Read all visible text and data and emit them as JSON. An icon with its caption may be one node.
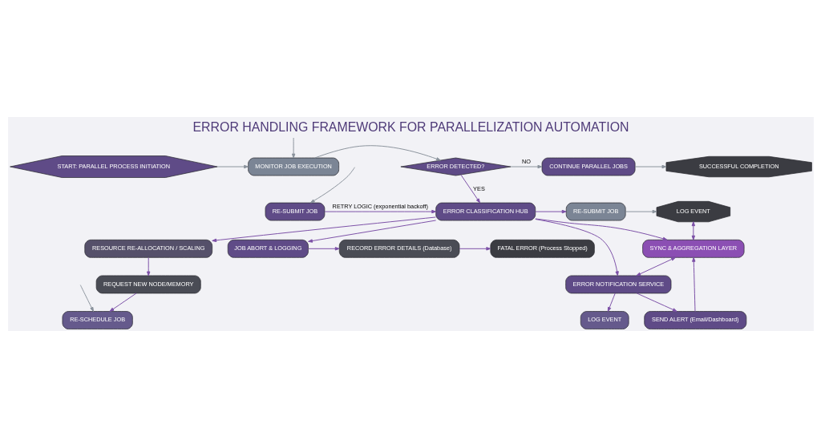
{
  "diagram": {
    "title": "ERROR HANDLING FRAMEWORK FOR PARALLELIZATION AUTOMATION",
    "nodes": [
      {
        "text": [
          "START: PARALLEL PROCESS INITIATION"
        ]
      },
      {
        "text": [
          "MONITOR JOB EXECUTION"
        ]
      },
      {
        "text": [
          "ERROR DETECTED?"
        ]
      },
      {
        "text": [
          "CONTINUE PARALLEL JOBS"
        ]
      },
      {
        "text": [
          "SUCCESSFUL COMPLETION"
        ]
      },
      {
        "text": [
          "RE-SUBMIT JOB"
        ]
      },
      {
        "text": [
          "ERROR CLASSIFICATION HUB"
        ]
      },
      {
        "text": [
          "RE-SUBMIT JOB"
        ]
      },
      {
        "text": [
          "LOG EVENT"
        ]
      },
      {
        "text": [
          "RESOURCE RE-ALLOCATION / SCALING"
        ]
      },
      {
        "text": [
          "SYNC & AGGREGATION LAYER"
        ]
      },
      {
        "text": [
          "SEND ALERT (Email/Dashboard)"
        ]
      },
      {
        "text": [
          "ERROR NOTIFICATION SERVICE"
        ]
      },
      {
        "text": [
          "REQUEST NEW NODE/MEMORY"
        ]
      },
      {
        "text": [
          "LOG EVENT"
        ]
      },
      {
        "text": [
          "RE-SCHEDULE JOB"
        ]
      },
      {
        "text": [
          "JOB ABORT & LOGGING"
        ]
      },
      {
        "text": [
          "RECORD ERROR DETAILS (Database)"
        ]
      },
      {
        "text": [
          "FATAL ERROR (Process Stopped)"
        ]
      }
    ],
    "edges": [
      {
        "from": 0,
        "to": 1,
        "arrow": "to",
        "color": "#8a929c"
      },
      {
        "from": 1,
        "to": 2,
        "arrow": "to",
        "color": "#8a929c"
      },
      {
        "from": 2,
        "to": 3,
        "arrow": "to",
        "label": "NO",
        "color": "#8a929c"
      },
      {
        "from": 3,
        "to": 4,
        "arrow": "to",
        "color": "#8a929c"
      },
      {
        "from": 2,
        "to": 6,
        "arrow": "to",
        "label": "YES"
      },
      {
        "from": 5,
        "to": 6,
        "arrow": "to",
        "label": "RETRY LOGIC (exponential backoff)"
      },
      {
        "from": 6,
        "to": 7,
        "arrow": "to"
      },
      {
        "from": 7,
        "to": 8,
        "arrow": "to",
        "color": "#8a929c"
      },
      {
        "from": 6,
        "to": 9,
        "arrow": "to"
      },
      {
        "from": 6,
        "to": 10,
        "arrow": "to"
      },
      {
        "from": 6,
        "to": 12,
        "arrow": "to"
      },
      {
        "from": 6,
        "to": 16,
        "arrow": "to"
      },
      {
        "from": 10,
        "to": 8,
        "arrow": "both"
      },
      {
        "from": 11,
        "to": 10,
        "arrow": "to"
      },
      {
        "from": 10,
        "to": 12,
        "arrow": "both"
      },
      {
        "from": 12,
        "to": 11,
        "arrow": "to"
      },
      {
        "from": 12,
        "to": 14,
        "arrow": "to"
      },
      {
        "from": 9,
        "to": 13,
        "arrow": "to"
      },
      {
        "from": 13,
        "to": 15,
        "arrow": "to"
      },
      {
        "from": null,
        "to": 1,
        "arrow": "to",
        "color": "#8a929c"
      },
      {
        "from": null,
        "to": 5,
        "arrow": "to",
        "color": "#8a929c"
      },
      {
        "from": null,
        "to": 15,
        "arrow": "to",
        "color": "#8a929c"
      },
      {
        "from": 16,
        "to": 17,
        "arrow": "to"
      },
      {
        "from": 17,
        "to": 18,
        "arrow": "to"
      }
    ]
  }
}
